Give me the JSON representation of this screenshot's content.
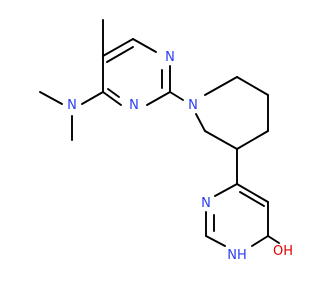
{
  "molecule": {
    "atoms": {
      "n_ring1_top": "N",
      "n_ring1_bottom": "N",
      "n_dimethylamino": "N",
      "n_piperidine": "N",
      "n_ring3_left": "N",
      "nh_ring3": "NH",
      "oh": "OH"
    },
    "colors": {
      "nitrogen": "#2a3df0",
      "oxygen": "#e10000",
      "bond": "#000000"
    }
  }
}
